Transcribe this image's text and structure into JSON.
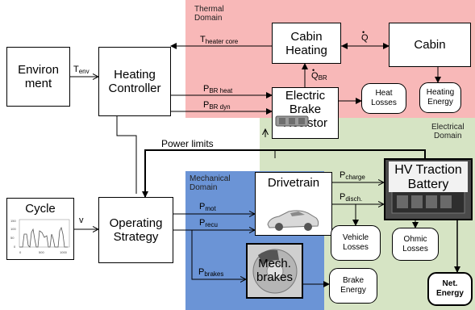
{
  "regions": {
    "thermal": {
      "title_line1": "Thermal",
      "title_line2": "Domain",
      "color": "#f8b8b8"
    },
    "electrical": {
      "title_line1": "Electrical",
      "title_line2": "Domain",
      "color": "#d6e4c4"
    },
    "mechanical": {
      "title_line1": "Mechanical",
      "title_line2": "Domain",
      "color": "#6b94d6"
    }
  },
  "blocks": {
    "environment": {
      "line1": "Environ",
      "line2": "ment"
    },
    "heating_controller": {
      "line1": "Heating",
      "line2": "Controller"
    },
    "cabin_heating": {
      "line1": "Cabin",
      "line2": "Heating"
    },
    "cabin": {
      "label": "Cabin"
    },
    "electric_brake_resistor": {
      "line1": "Electric",
      "line2": "Brake",
      "line3": "Resistor"
    },
    "cycle": {
      "label": "Cycle"
    },
    "operating_strategy": {
      "line1": "Operating",
      "line2": "Strategy"
    },
    "drivetrain": {
      "label": "Drivetrain"
    },
    "hv_battery": {
      "line1": "HV Traction",
      "line2": "Battery"
    },
    "mech_brakes": {
      "line1": "Mech.",
      "line2": "brakes"
    }
  },
  "outputs": {
    "heat_losses": {
      "line1": "Heat",
      "line2": "Losses"
    },
    "heating_energy": {
      "line1": "Heating",
      "line2": "Energy"
    },
    "vehicle_losses": {
      "line1": "Vehicle",
      "line2": "Losses"
    },
    "ohmic_losses": {
      "line1": "Ohmic",
      "line2": "Losses"
    },
    "brake_energy": {
      "line1": "Brake",
      "line2": "Energy"
    },
    "net_energy": {
      "line1": "Net.",
      "line2": "Energy"
    }
  },
  "signals": {
    "t_env": {
      "main": "T",
      "sub": "env"
    },
    "t_heater_core": {
      "main": "T",
      "sub": "heater core"
    },
    "q_dot": {
      "main": "Q"
    },
    "q_dot_br": {
      "main": "Q",
      "sub": "BR"
    },
    "p_br_heat": {
      "main": "P",
      "sub": "BR heat"
    },
    "p_br_dyn": {
      "main": "P",
      "sub": "BR dyn"
    },
    "power_limits": {
      "text": "Power limits"
    },
    "v": {
      "text": "v"
    },
    "p_mot": {
      "main": "P",
      "sub": "mot"
    },
    "p_recu": {
      "main": "P",
      "sub": "recu"
    },
    "p_brakes": {
      "main": "P",
      "sub": "brakes"
    },
    "p_charge": {
      "main": "P",
      "sub": "charge"
    },
    "p_disch": {
      "main": "P",
      "sub": "disch."
    }
  },
  "cycle_plot": {
    "y_ticks": [
      "150",
      "100",
      "50",
      "0"
    ],
    "x_ticks": [
      "0",
      "500",
      "1000"
    ]
  }
}
